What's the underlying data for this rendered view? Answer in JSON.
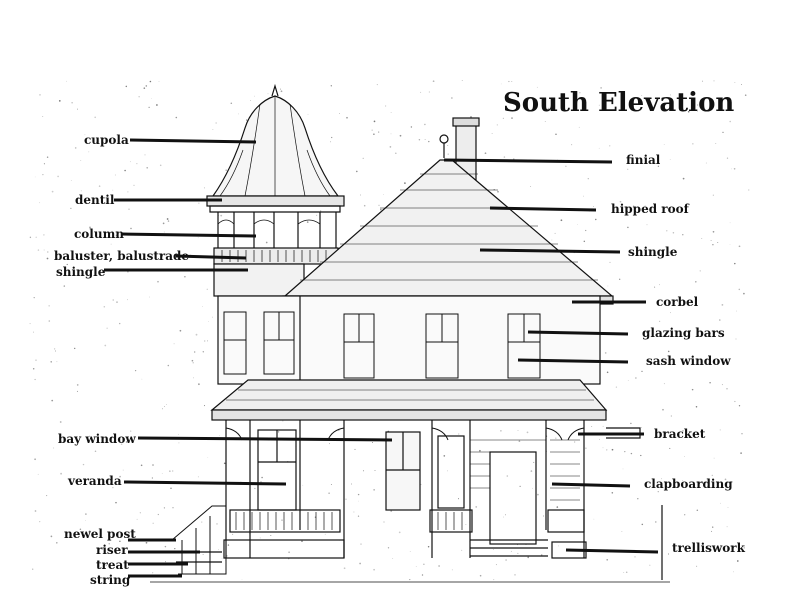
{
  "title": "South Elevation",
  "labels": {
    "cupola": "cupola",
    "dentil": "dentil",
    "column": "column",
    "baluster": "baluster, balustrade",
    "shingle_left": "shingle",
    "bay_window": "bay window",
    "veranda": "veranda",
    "newel_post": "newel post",
    "riser": "riser",
    "tread": "treat",
    "string": "string",
    "finial": "finial",
    "hipped_roof": "hipped roof",
    "shingle_right": "shingle",
    "corbel": "corbel",
    "glazing_bars": "glazing bars",
    "sash_window": "sash window",
    "bracket": "bracket",
    "clapboarding": "clapboarding",
    "trelliswork": "trelliswork"
  }
}
